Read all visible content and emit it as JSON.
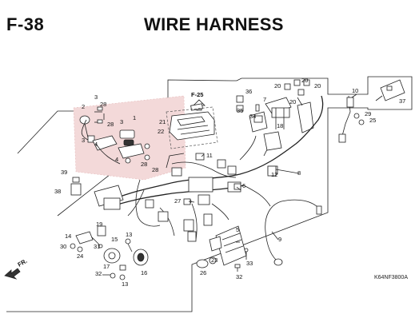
{
  "header": {
    "page_id": "F-38",
    "title": "WIRE HARNESS"
  },
  "footer": {
    "drawing_code": "K64NF3800A"
  },
  "labels": {
    "ref_f25": "F-25",
    "front_marker": "FR."
  },
  "callouts": [
    {
      "id": "c1",
      "text": "1"
    },
    {
      "id": "c2",
      "text": "2"
    },
    {
      "id": "c3a",
      "text": "3"
    },
    {
      "id": "c3b",
      "text": "3"
    },
    {
      "id": "c3c",
      "text": "3"
    },
    {
      "id": "c4a",
      "text": "4"
    },
    {
      "id": "c4b",
      "text": "4"
    },
    {
      "id": "c5",
      "text": "5"
    },
    {
      "id": "c6",
      "text": "6"
    },
    {
      "id": "c7",
      "text": "7"
    },
    {
      "id": "c8",
      "text": "8"
    },
    {
      "id": "c9",
      "text": "9"
    },
    {
      "id": "c10",
      "text": "10"
    },
    {
      "id": "c11",
      "text": "11"
    },
    {
      "id": "c12",
      "text": "12"
    },
    {
      "id": "c13a",
      "text": "13"
    },
    {
      "id": "c13b",
      "text": "13"
    },
    {
      "id": "c14",
      "text": "14"
    },
    {
      "id": "c15",
      "text": "15"
    },
    {
      "id": "c16",
      "text": "16"
    },
    {
      "id": "c17",
      "text": "17"
    },
    {
      "id": "c18",
      "text": "18"
    },
    {
      "id": "c19",
      "text": "19"
    },
    {
      "id": "c20a",
      "text": "20"
    },
    {
      "id": "c20b",
      "text": "20"
    },
    {
      "id": "c20c",
      "text": "20"
    },
    {
      "id": "c20d",
      "text": "20"
    },
    {
      "id": "c21",
      "text": "21"
    },
    {
      "id": "c22",
      "text": "22"
    },
    {
      "id": "c23",
      "text": "23"
    },
    {
      "id": "c24",
      "text": "24"
    },
    {
      "id": "c25",
      "text": "25"
    },
    {
      "id": "c26",
      "text": "26"
    },
    {
      "id": "c27",
      "text": "27"
    },
    {
      "id": "c28a",
      "text": "28"
    },
    {
      "id": "c28b",
      "text": "28"
    },
    {
      "id": "c28c",
      "text": "28"
    },
    {
      "id": "c28d",
      "text": "28"
    },
    {
      "id": "c29",
      "text": "29"
    },
    {
      "id": "c30",
      "text": "30"
    },
    {
      "id": "c31",
      "text": "31"
    },
    {
      "id": "c32a",
      "text": "32"
    },
    {
      "id": "c32b",
      "text": "32"
    },
    {
      "id": "c33",
      "text": "33"
    },
    {
      "id": "c34",
      "text": "34"
    },
    {
      "id": "c35",
      "text": "35"
    },
    {
      "id": "c36",
      "text": "36"
    },
    {
      "id": "c37",
      "text": "37"
    },
    {
      "id": "c38",
      "text": "38"
    },
    {
      "id": "c39",
      "text": "39"
    }
  ]
}
